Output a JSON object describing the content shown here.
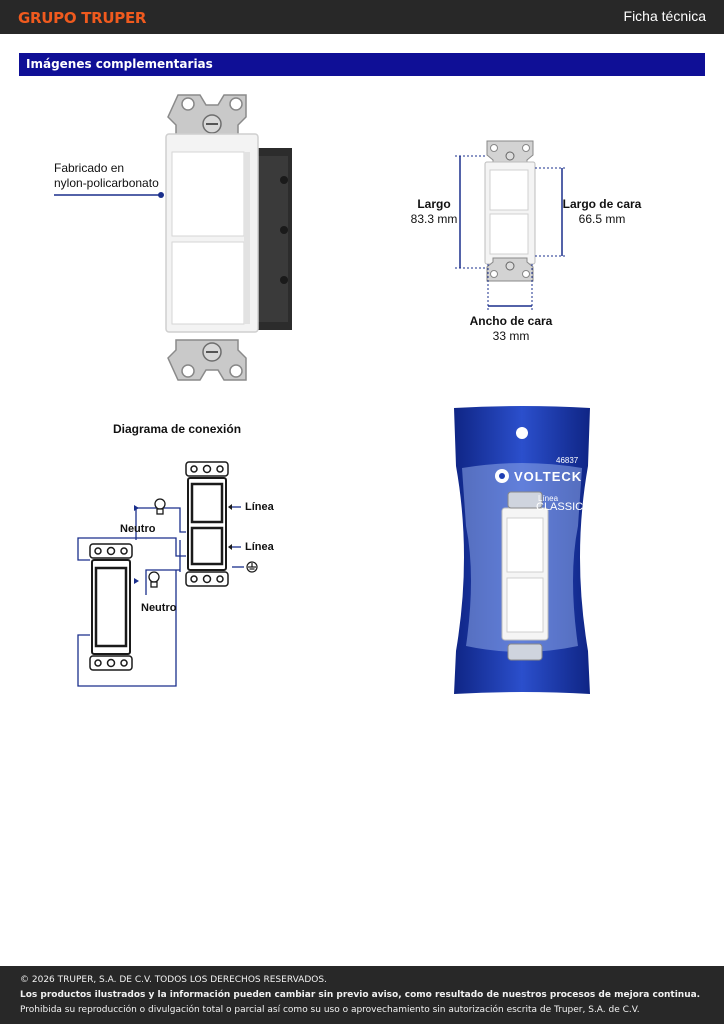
{
  "header": {
    "brand": "GRUPO TRUPER",
    "doc_type": "Ficha técnica"
  },
  "section": {
    "title": "Imágenes complementarias"
  },
  "product_photo": {
    "material_label_line1": "Fabricado en",
    "material_label_line2": "nylon-policarbonato"
  },
  "dimensions": {
    "largo_label": "Largo",
    "largo_value": "83.3 mm",
    "largo_cara_label": "Largo de cara",
    "largo_cara_value": "66.5 mm",
    "ancho_cara_label": "Ancho de cara",
    "ancho_cara_value": "33 mm"
  },
  "wiring": {
    "title": "Diagrama de conexión",
    "linea_top": "Línea",
    "linea_bottom": "Línea",
    "neutro_top": "Neutro",
    "neutro_bottom": "Neutro"
  },
  "package": {
    "brand": "VOLTECK",
    "code": "46837",
    "line_label": "Línea",
    "line_name": "CLASSIC",
    "colors": {
      "bag": "#1f3fb4",
      "bag_dark": "#0f2585"
    }
  },
  "footer": {
    "copyright": "© 2026 TRUPER, S.A. DE C.V. TODOS LOS DERECHOS RESERVADOS.",
    "notice": "Los productos ilustrados y la información pueden cambiar sin previo aviso, como resultado de nuestros procesos de mejora continua.",
    "legal": "Prohibida su reproducción o divulgación total o parcial así como su uso o aprovechamiento sin autorización escrita de Truper, S.A. de C.V."
  }
}
